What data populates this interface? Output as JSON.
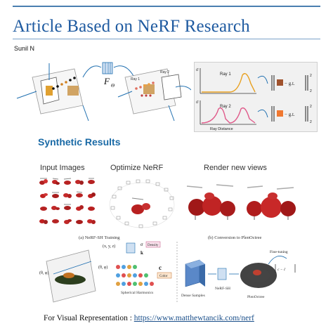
{
  "title": "Article Based on NeRF Research",
  "author": "Sunil N",
  "pipeline": {
    "f_label": "F",
    "f_sub": "Θ",
    "ray1_small": "Ray 1",
    "ray2_small": "Ray 2"
  },
  "loss_panel": {
    "ray1_label": "Ray 1",
    "ray2_label": "Ray 2",
    "sigma": "σ",
    "xlabel": "Ray Distance",
    "gt": "− g.t.",
    "exp": "2",
    "sub": "2",
    "colors": {
      "ray1": "#e8a020",
      "ray2": "#e05a8a",
      "swatch1": "#a0522d",
      "swatch2": "#f07830"
    }
  },
  "section_heading": "Synthetic Results",
  "steps": {
    "input": "Input Images",
    "optimize": "Optimize NeRF",
    "render": "Render new views"
  },
  "bottom": {
    "caption_a": "(a) NeRF-SH Training",
    "caption_b": "(b) Conversion to PlenOctree",
    "density": "Density",
    "color": "Color",
    "sh": "Spherical Harmonics",
    "dense": "Dense Samples",
    "nerfsh": "NeRF-SH",
    "plenoctree": "PlenOctree",
    "finetune": "Fine-tuning",
    "theta_phi": "(θ, φ)",
    "xyz": "(x, y, z)",
    "sigma": "σ",
    "k": "k",
    "c": "c"
  },
  "footer": {
    "label": "For Visual Representation : ",
    "link": "https://www.matthewtancik.com/nerf"
  }
}
